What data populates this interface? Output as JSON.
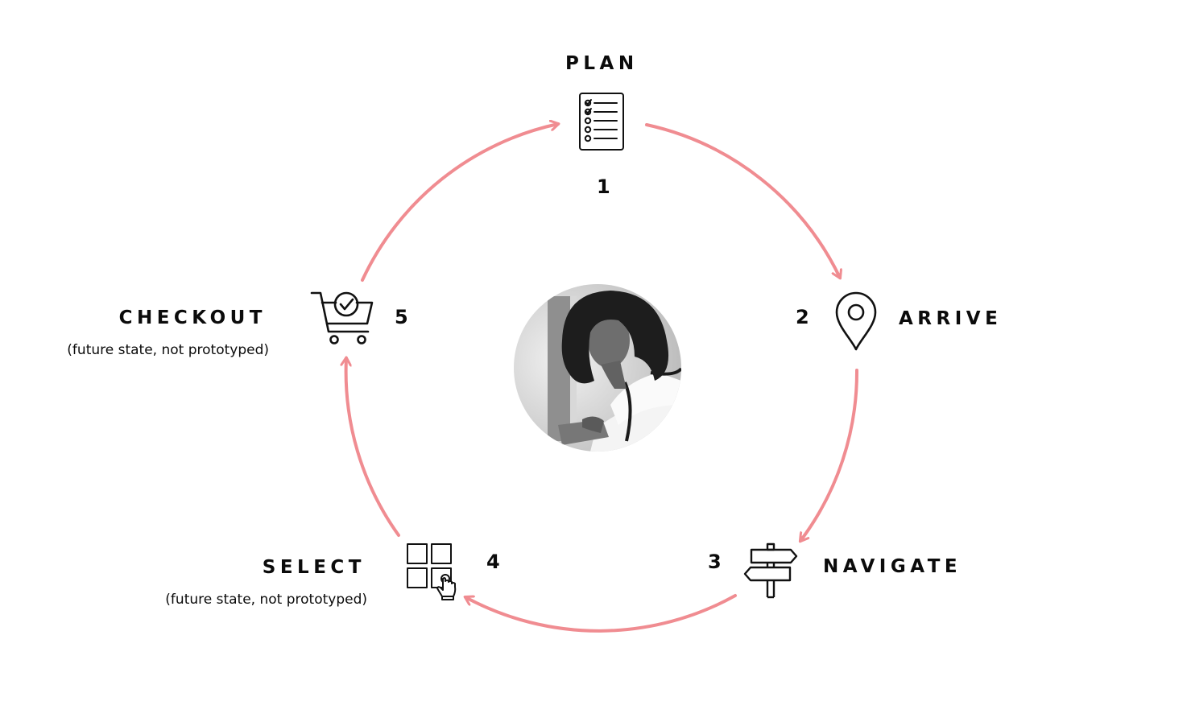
{
  "colors": {
    "arrow": "#f08c91",
    "icon_stroke": "#111111"
  },
  "stages": [
    {
      "id": "plan",
      "number": "1",
      "title": "PLAN",
      "note": "",
      "icon": "checklist-icon"
    },
    {
      "id": "arrive",
      "number": "2",
      "title": "ARRIVE",
      "note": "",
      "icon": "map-pin-icon"
    },
    {
      "id": "navigate",
      "number": "3",
      "title": "NAVIGATE",
      "note": "",
      "icon": "signpost-icon"
    },
    {
      "id": "select",
      "number": "4",
      "title": "SELECT",
      "note": "(future state, not prototyped)",
      "icon": "grid-tap-icon"
    },
    {
      "id": "checkout",
      "number": "5",
      "title": "CHECKOUT",
      "note": "(future state, not prototyped)",
      "icon": "cart-check-icon"
    }
  ],
  "center_image": {
    "subject": "woman-using-tablet-photo",
    "style": "grayscale"
  }
}
